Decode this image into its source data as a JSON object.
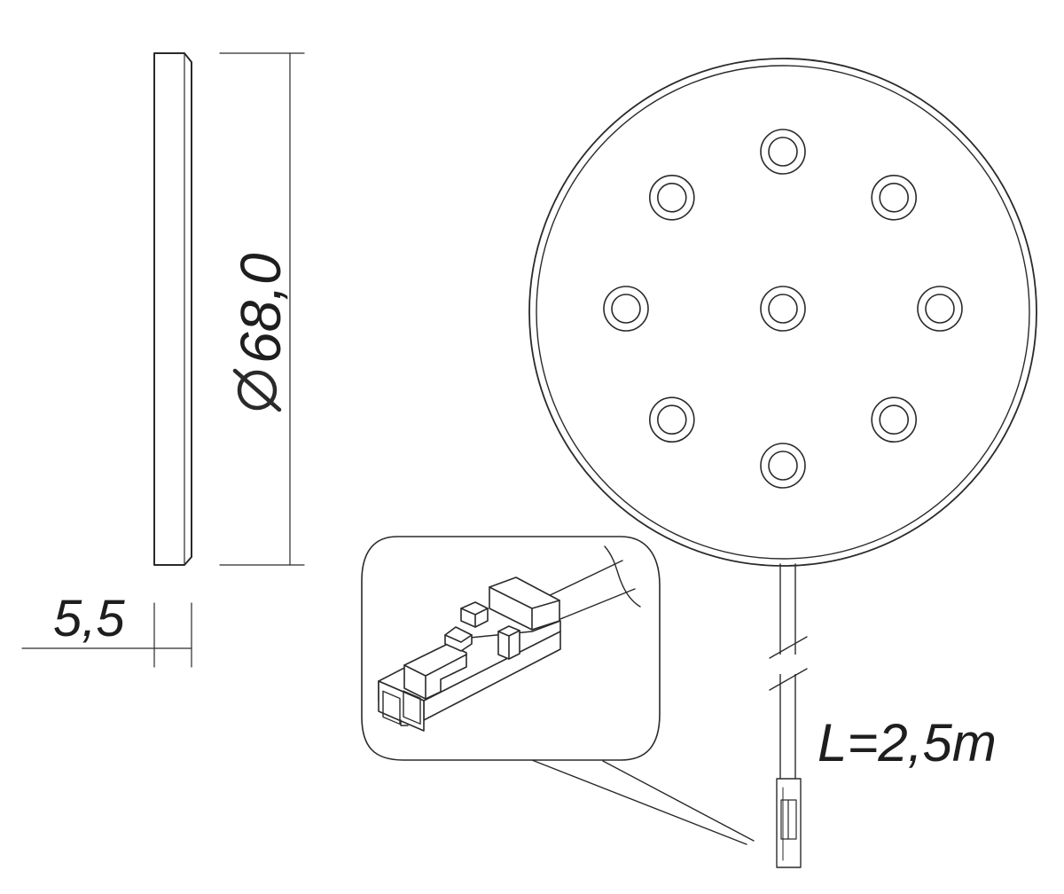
{
  "dimensions": {
    "diameter_symbol": "Ø",
    "diameter_value": "68,0",
    "thickness_value": "5,5",
    "cable_length": "L=2,5m"
  },
  "led_count": 9
}
